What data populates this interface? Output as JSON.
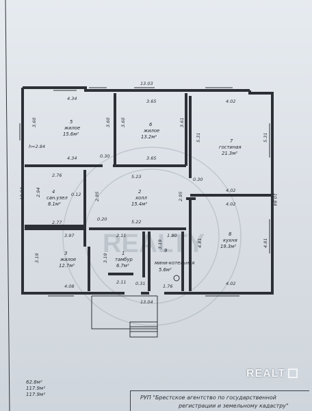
{
  "dimensions": {
    "top_total": "13.03",
    "bottom_total": "13.04",
    "left_total": "10.84",
    "right_total": "10.84",
    "r5_top": "4.34",
    "r5_left": "3.60",
    "r5_right": "3.60",
    "r5_bottom": "4.34",
    "r5_height": "h=2.84",
    "r6_top": "3.65",
    "r6_left": "3.60",
    "r6_right": "3.61",
    "r6_bottom": "3.65",
    "r7_top": "4.02",
    "r7_left": "5.31",
    "r7_right": "5.31",
    "r7_bottom": "4.02",
    "gap_030_a": "0.30",
    "gap_030_b": "0.30",
    "r4_top": "2.76",
    "r4_left": "2.94",
    "r4_bottom": "2.77",
    "r4_012": "0.12",
    "hall_left": "2.95",
    "hall_top": "5.23",
    "hall_right": "2.95",
    "hall_bottom": "5.22",
    "gap_020": "0.20",
    "r8_top": "4.02",
    "r8_left": "4.81",
    "r8_right": "4.81",
    "r8_bottom": "4.02",
    "r3_top": "3.97",
    "r3_left": "3.19",
    "r3_bottom": "4.08",
    "r1_top": "2.11",
    "r1_left": "3.19",
    "r1_bottom": "2.11",
    "r1_0_31": "0.31",
    "r9_top": "1.80",
    "r9_left": "3.19",
    "r9_bottom": "1.76"
  },
  "rooms": {
    "r5": {
      "num": "5",
      "name": "жилое",
      "area": "15.6м²"
    },
    "r6": {
      "num": "6",
      "name": "жилое",
      "area": "13.2м²"
    },
    "r7": {
      "num": "7",
      "name": "гостиная",
      "area": "21.3м²"
    },
    "r4": {
      "num": "4",
      "name": "сан.узел",
      "area": "8.1м²"
    },
    "r2": {
      "num": "2",
      "name": "холл",
      "area": "15.4м²"
    },
    "r3": {
      "num": "3",
      "name": "жилое",
      "area": "12.7м²"
    },
    "r1": {
      "num": "1",
      "name": "тамбур",
      "area": "6.7м²"
    },
    "r9": {
      "num": "9",
      "name": "мини-котельная",
      "area": "5.6м²"
    },
    "r8": {
      "num": "8",
      "name": "кухня",
      "area": "19.3м²"
    }
  },
  "summary": {
    "line1": "62.8м²",
    "line2": "117.9м²",
    "line3": "117.9м²"
  },
  "stamp": {
    "line1": "РУП \"Брестское агентство по государственной",
    "line2": "регистрации и земельному кадастру\""
  },
  "watermark": {
    "text": "REALTY",
    "logo": "REALT"
  }
}
